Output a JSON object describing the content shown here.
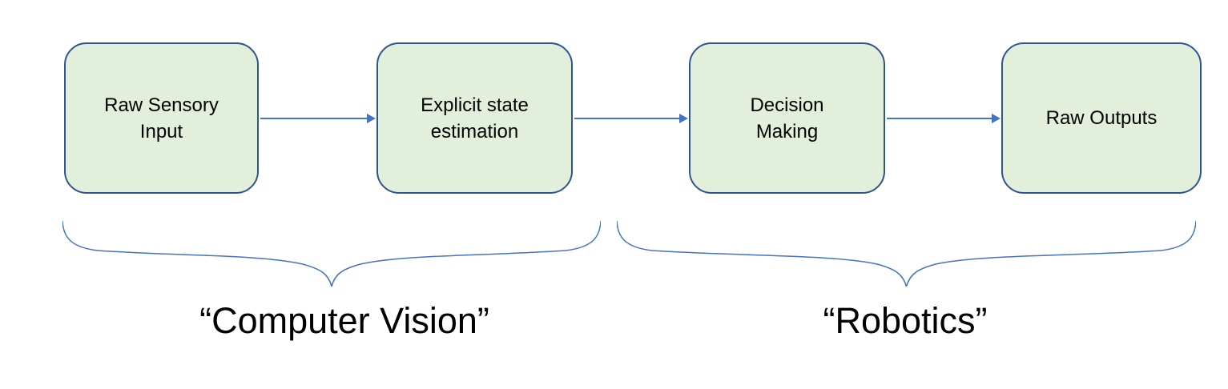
{
  "colors": {
    "box-fill": "#E2EFDA",
    "box-border": "#2F5496",
    "connector": "#4472C4",
    "text": "#000000"
  },
  "diagram": {
    "boxes": [
      {
        "id": "raw-sensory-input",
        "lines": [
          "Raw Sensory",
          "Input"
        ]
      },
      {
        "id": "explicit-state-estimation",
        "lines": [
          "Explicit state",
          "estimation"
        ]
      },
      {
        "id": "decision-making",
        "lines": [
          "Decision",
          "Making"
        ]
      },
      {
        "id": "raw-outputs",
        "lines": [
          "Raw Outputs"
        ]
      }
    ],
    "groups": [
      {
        "id": "computer-vision",
        "label": "“Computer Vision”"
      },
      {
        "id": "robotics",
        "label": "“Robotics”"
      }
    ]
  }
}
